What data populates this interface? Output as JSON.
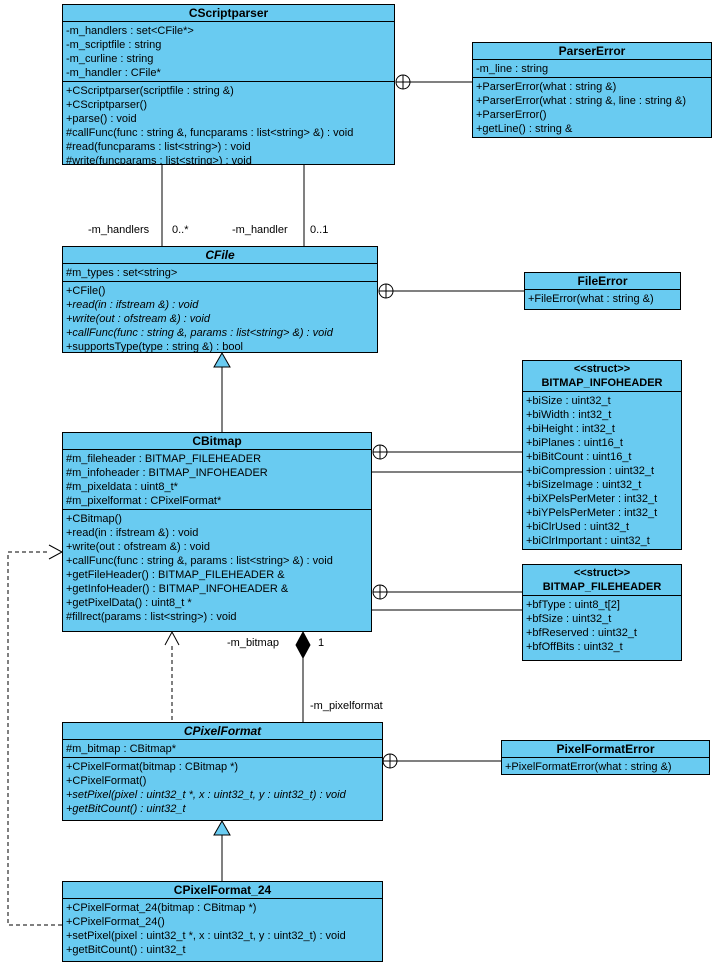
{
  "diagram": {
    "box_fill": "#69cbf1",
    "box_border": "#000000",
    "background": "#ffffff",
    "text_color": "#000000"
  },
  "classes": {
    "cscriptparser": {
      "name": "CScriptparser",
      "attributes": [
        "-m_handlers : set<CFile*>",
        "-m_scriptfile : string",
        "-m_curline : string",
        "-m_handler : CFile*"
      ],
      "methods": [
        "+CScriptparser(scriptfile : string &)",
        "+CScriptparser()",
        "+parse() : void",
        "#callFunc(func : string &, funcparams : list<string> &) : void",
        "#read(funcparams : list<string>) : void",
        "#write(funcparams : list<string>) : void"
      ]
    },
    "parsererror": {
      "name": "ParserError",
      "attributes": [
        "-m_line : string"
      ],
      "methods": [
        "+ParserError(what : string &)",
        "+ParserError(what : string &, line : string &)",
        "+ParserError()",
        "+getLine() : string &"
      ]
    },
    "cfile": {
      "name": "CFile",
      "attributes": [
        "#m_types : set<string>"
      ],
      "methods": [
        "+CFile()",
        {
          "text": "+read(in : ifstream &) : void",
          "italic": true
        },
        {
          "text": "+write(out : ofstream &) : void",
          "italic": true
        },
        {
          "text": "+callFunc(func : string &, params : list<string> &) : void",
          "italic": true
        },
        "+supportsType(type : string &) : bool"
      ]
    },
    "fileerror": {
      "name": "FileError",
      "methods": [
        "+FileError(what : string &)"
      ]
    },
    "cbitmap": {
      "name": "CBitmap",
      "attributes": [
        "#m_fileheader : BITMAP_FILEHEADER",
        "#m_infoheader : BITMAP_INFOHEADER",
        "#m_pixeldata : uint8_t*",
        "#m_pixelformat : CPixelFormat*"
      ],
      "methods": [
        "+CBitmap()",
        "+read(in : ifstream &) : void",
        "+write(out : ofstream &) : void",
        "+callFunc(func : string &, params : list<string> &) : void",
        "+getFileHeader() : BITMAP_FILEHEADER &",
        "+getInfoHeader() : BITMAP_INFOHEADER &",
        "+getPixelData() : uint8_t *",
        "#fillrect(params : list<string>) : void"
      ]
    },
    "bitmap_infoheader": {
      "stereotype": "<<struct>>",
      "name": "BITMAP_INFOHEADER",
      "attributes": [
        "+biSize : uint32_t",
        "+biWidth : int32_t",
        "+biHeight : int32_t",
        "+biPlanes : uint16_t",
        "+biBitCount : uint16_t",
        "+biCompression : uint32_t",
        "+biSizeImage : uint32_t",
        "+biXPelsPerMeter : int32_t",
        "+biYPelsPerMeter : int32_t",
        "+biClrUsed : uint32_t",
        "+biClrImportant : uint32_t"
      ]
    },
    "bitmap_fileheader": {
      "stereotype": "<<struct>>",
      "name": "BITMAP_FILEHEADER",
      "attributes": [
        "+bfType : uint8_t[2]",
        "+bfSize : uint32_t",
        "+bfReserved : uint32_t",
        "+bfOffBits : uint32_t"
      ]
    },
    "cpixelformat": {
      "name": "CPixelFormat",
      "attributes": [
        "#m_bitmap : CBitmap*"
      ],
      "methods": [
        "+CPixelFormat(bitmap : CBitmap *)",
        "+CPixelFormat()",
        {
          "text": "+setPixel(pixel : uint32_t *, x : uint32_t, y : uint32_t) : void",
          "italic": true
        },
        {
          "text": "+getBitCount() : uint32_t",
          "italic": true
        }
      ]
    },
    "pixelformaterror": {
      "name": "PixelFormatError",
      "methods": [
        "+PixelFormatError(what : string &)"
      ]
    },
    "cpixelformat_24": {
      "name": "CPixelFormat_24",
      "methods": [
        "+CPixelFormat_24(bitmap : CBitmap *)",
        "+CPixelFormat_24()",
        "+setPixel(pixel : uint32_t *, x : uint32_t, y : uint32_t) : void",
        "+getBitCount() : uint32_t"
      ]
    }
  },
  "edge_labels": {
    "m_handlers_role": "-m_handlers",
    "m_handlers_mult": "0..*",
    "m_handler_role": "-m_handler",
    "m_handler_mult": "0..1",
    "m_bitmap_role": "-m_bitmap",
    "m_bitmap_mult": "1",
    "m_pixelformat_role": "-m_pixelformat"
  }
}
